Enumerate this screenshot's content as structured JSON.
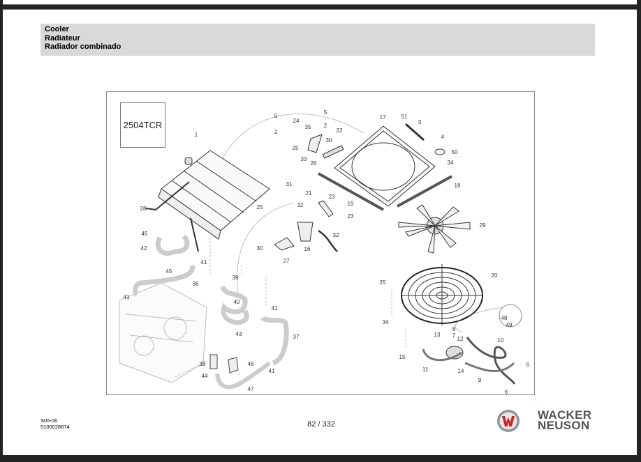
{
  "header": {
    "title_en": "Cooler",
    "title_fr": "Radiateur",
    "title_es": "Radiador combinado"
  },
  "diagram": {
    "model": "2504TCR",
    "callouts": [
      "5",
      "5",
      "24",
      "2",
      "35",
      "2",
      "22",
      "17",
      "51",
      "3",
      "4",
      "30",
      "25",
      "50",
      "33",
      "26",
      "34",
      "18",
      "1",
      "31",
      "21",
      "23",
      "19",
      "32",
      "23",
      "25",
      "28",
      "29",
      "32",
      "45",
      "30",
      "16",
      "27",
      "42",
      "41",
      "45",
      "36",
      "39",
      "20",
      "25",
      "41",
      "40",
      "41",
      "48",
      "49",
      "34",
      "43",
      "37",
      "8",
      "7",
      "13",
      "12",
      "10",
      "15",
      "11",
      "14",
      "6",
      "38",
      "46",
      "44",
      "41",
      "9",
      "6",
      "47"
    ]
  },
  "footer": {
    "section": "S05-06",
    "doc_number": "5100028674",
    "page": "82 / 332",
    "brand_line1": "WACKER",
    "brand_line2": "NEUSON"
  },
  "colors": {
    "background": "#232323",
    "header_bg": "#d9d9d9",
    "logo_red": "#d0202a",
    "brand_gray": "#4d5658"
  }
}
